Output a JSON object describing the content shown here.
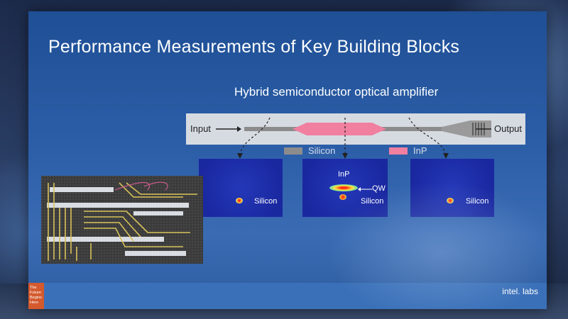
{
  "slide": {
    "title": "Performance Measurements of Key Building Blocks",
    "subtitle": "Hybrid semiconductor optical amplifier"
  },
  "device_diagram": {
    "input_label": "Input",
    "output_label": "Output",
    "legend": [
      {
        "label": "Silicon",
        "color": "#8c8c8c"
      },
      {
        "label": "InP",
        "color": "#f07fa0"
      }
    ],
    "arrow_icon": "arrow-right-icon"
  },
  "mode_images": [
    {
      "labels": [
        "Silicon"
      ]
    },
    {
      "labels": [
        "InP",
        "QW",
        "Silicon"
      ]
    },
    {
      "labels": [
        "Silicon"
      ]
    }
  ],
  "footer": {
    "tagline": [
      "The",
      "Future",
      "Begins",
      "Here"
    ],
    "logo_text": "intel",
    "logo_suffix": "labs"
  },
  "colors": {
    "slide_blue": "#2c5ea8",
    "inp_pink": "#f07fa0",
    "silicon_gray": "#8c8c8c",
    "tag_orange": "#d45a2e"
  }
}
